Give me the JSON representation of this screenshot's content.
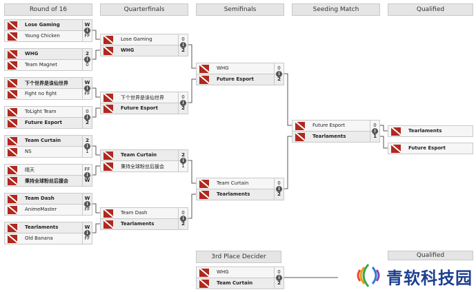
{
  "headers": {
    "round16": "Round of 16",
    "quarterfinals": "Quarterfinals",
    "semifinals": "Semifinals",
    "seeding": "Seeding Match",
    "qualified": "Qualified",
    "third_place": "3rd Place Decider",
    "qualified2": "Qualified"
  },
  "round16": [
    {
      "t1": "Lose Gaming",
      "s1": "W",
      "t2": "Young Chicken",
      "s2": "FF",
      "winner": 1
    },
    {
      "t1": "WHG",
      "s1": "2",
      "t2": "Team Magnet",
      "s2": "0",
      "winner": 1
    },
    {
      "t1": "下个世界是诛仙世界",
      "s1": "W",
      "t2": "Fight no fight",
      "s2": "FF",
      "winner": 1
    },
    {
      "t1": "ToLight Team",
      "s1": "0",
      "t2": "Future Esport",
      "s2": "2",
      "winner": 2
    },
    {
      "t1": "Team Curtain",
      "s1": "2",
      "t2": "NS",
      "s2": "1",
      "winner": 1
    },
    {
      "t1": "晴天",
      "s1": "FF",
      "t2": "秉持全球粉丝后援会",
      "s2": "W",
      "winner": 2
    },
    {
      "t1": "Team Dash",
      "s1": "W",
      "t2": "AnimeMaster",
      "s2": "FF",
      "winner": 1
    },
    {
      "t1": "Tearlaments",
      "s1": "W",
      "t2": "Old Banana",
      "s2": "FF",
      "winner": 1
    }
  ],
  "quarterfinals": [
    {
      "t1": "Lose Gaming",
      "s1": "0",
      "t2": "WHG",
      "s2": "2",
      "winner": 2
    },
    {
      "t1": "下个世界是诛仙世界",
      "s1": "0",
      "t2": "Future Esport",
      "s2": "2",
      "winner": 2
    },
    {
      "t1": "Team Curtain",
      "s1": "2",
      "t2": "秉持全球粉丝后援会",
      "s2": "1",
      "winner": 1
    },
    {
      "t1": "Team Dash",
      "s1": "0",
      "t2": "Tearlaments",
      "s2": "2",
      "winner": 2
    }
  ],
  "semifinals": [
    {
      "t1": "WHG",
      "s1": "0",
      "t2": "Future Esport",
      "s2": "2",
      "winner": 2
    },
    {
      "t1": "Team Curtain",
      "s1": "0",
      "t2": "Tearlaments",
      "s2": "2",
      "winner": 2
    }
  ],
  "seeding": [
    {
      "t1": "Future Esport",
      "s1": "0",
      "t2": "Tearlaments",
      "s2": "1",
      "winner": 2
    }
  ],
  "third": [
    {
      "t1": "WHG",
      "s1": "0",
      "t2": "Team Curtain",
      "s2": "2",
      "winner": 2
    }
  ],
  "qualified": [
    "Tearlaments",
    "Future Esport"
  ],
  "info_glyph": "i",
  "watermark": "青软科技园",
  "colors": {
    "logo": "#b0281e",
    "watermark": "#1c3f8f"
  }
}
